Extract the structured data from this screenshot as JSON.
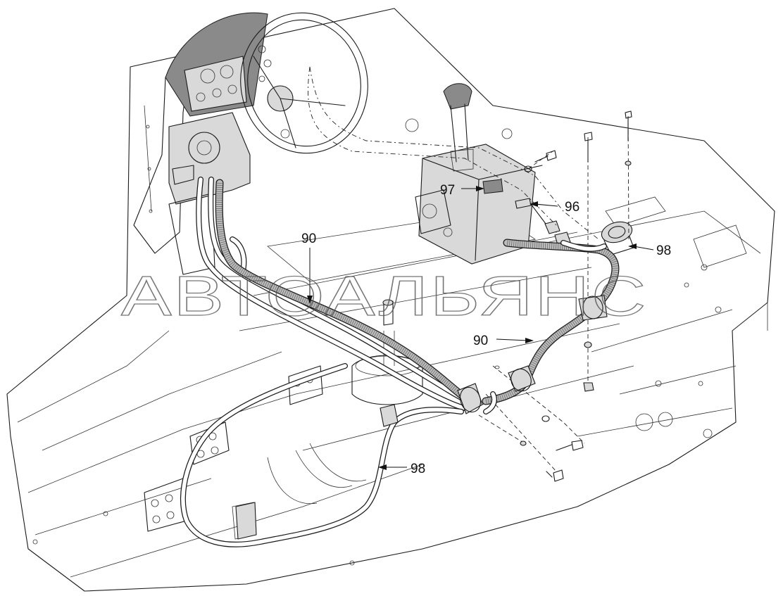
{
  "watermark": {
    "text": "АВТОАЛЬЯНС"
  },
  "callouts": {
    "c90a": "90",
    "c90b": "90",
    "c96": "96",
    "c97": "97",
    "c98a": "98",
    "c98b": "98"
  },
  "colors": {
    "line": "#1a1a1a",
    "hose_fill": "#bdbdbd",
    "background": "#ffffff"
  }
}
